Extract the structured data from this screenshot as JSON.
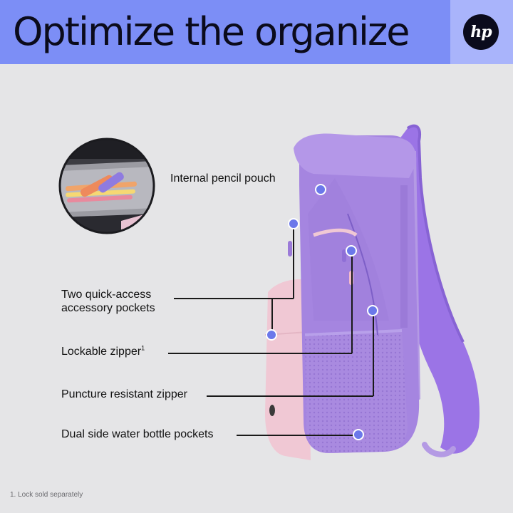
{
  "header": {
    "title": "Optimize the organize",
    "logo_text": "hp"
  },
  "callouts": {
    "pencil_pouch": "Internal pencil pouch",
    "quick_access_line1": "Two quick-access",
    "quick_access_line2": "accessory pockets",
    "lockable_zipper": "Lockable zipper",
    "lockable_zipper_sup": "1",
    "puncture_zipper": "Puncture resistant zipper",
    "bottle_pockets": "Dual side water bottle pockets"
  },
  "footnote": "1. Lock sold separately",
  "colors": {
    "banner": "#7c8ef6",
    "logo_block": "#a9b4fb",
    "dot": "#6b78ea",
    "background": "#e5e5e7",
    "backpack_main": "#a585e0",
    "backpack_pink": "#f0c8d4"
  }
}
